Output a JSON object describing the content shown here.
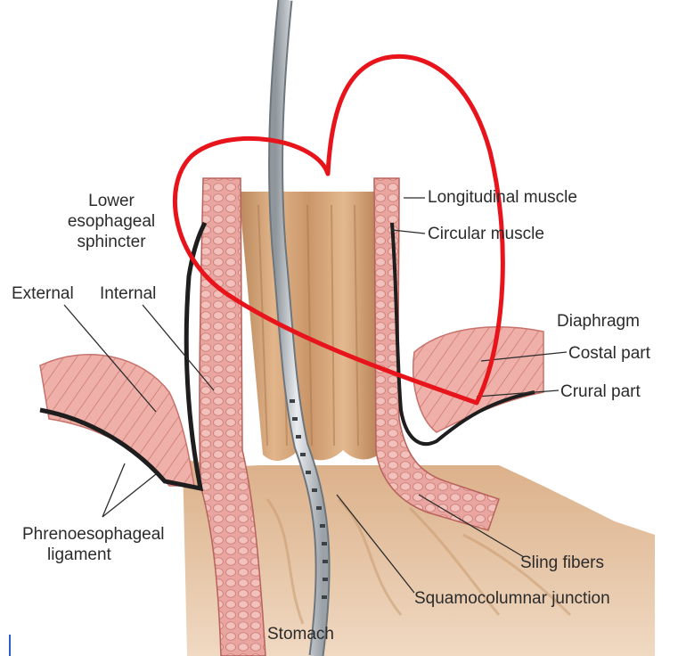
{
  "labels": {
    "lower_sphincter": [
      "Lower",
      "esophageal",
      "sphincter"
    ],
    "external": "External",
    "internal": "Internal",
    "longitudinal_muscle": "Longitudinal muscle",
    "circular_muscle": "Circular muscle",
    "diaphragm": "Diaphragm",
    "costal_part": "Costal part",
    "crural_part": "Crural part",
    "phrenoesophageal_ligament": [
      "Phrenoesophageal",
      "ligament"
    ],
    "sling_fibers": "Sling fibers",
    "squamocolumnar_junction": "Squamocolumnar junction",
    "stomach": "Stomach"
  },
  "colors": {
    "heart_outline": "#e8141c",
    "muscle": "#e9a5a0",
    "lumen": "#d9ae82",
    "stomach": "#e6c4a0",
    "ligament": "#1e1e1e",
    "scope": "#c2c7cc"
  }
}
